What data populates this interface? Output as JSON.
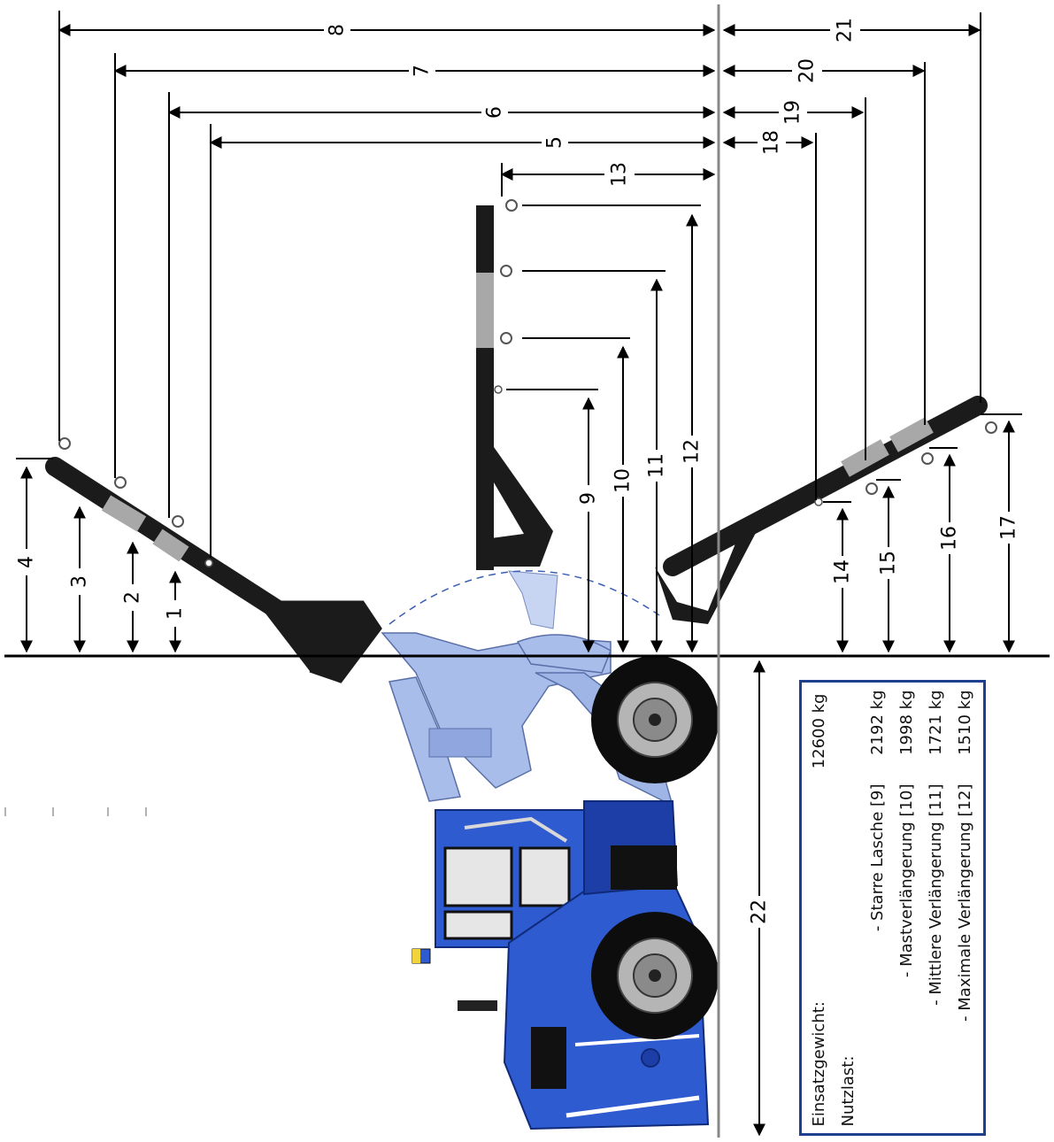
{
  "dimension_labels": {
    "d1": "1",
    "d2": "2",
    "d3": "3",
    "d4": "4",
    "d5": "5",
    "d6": "6",
    "d7": "7",
    "d8": "8",
    "d9": "9",
    "d10": "10",
    "d11": "11",
    "d12": "12",
    "d13": "13",
    "d14": "14",
    "d15": "15",
    "d16": "16",
    "d17": "17",
    "d18": "18",
    "d19": "19",
    "d20": "20",
    "d21": "21",
    "d22": "22"
  },
  "specs": {
    "weight_label": "Einsatzgewicht:",
    "weight_value": "12600 kg",
    "payload_label": "Nutzlast:",
    "rows": [
      {
        "label": "- Starre Lasche [9]",
        "value": "2192 kg"
      },
      {
        "label": "- Mastverlängerung [10]",
        "value": "1998 kg"
      },
      {
        "label": "- Mittlere Verlängerung [11]",
        "value": "1721 kg"
      },
      {
        "label": "- Maximale Verlängerung [12]",
        "value": "1510 kg"
      }
    ]
  },
  "colors": {
    "machine_blue": "#2f5bd1",
    "machine_dark_blue": "#1d3ea6",
    "arm_light_blue": "#a9bdea",
    "jib_black": "#1b1b1b",
    "jib_grey": "#a8a8a8",
    "line": "#000000",
    "ground_grey": "#888888",
    "spec_border": "#1f3f8f"
  }
}
